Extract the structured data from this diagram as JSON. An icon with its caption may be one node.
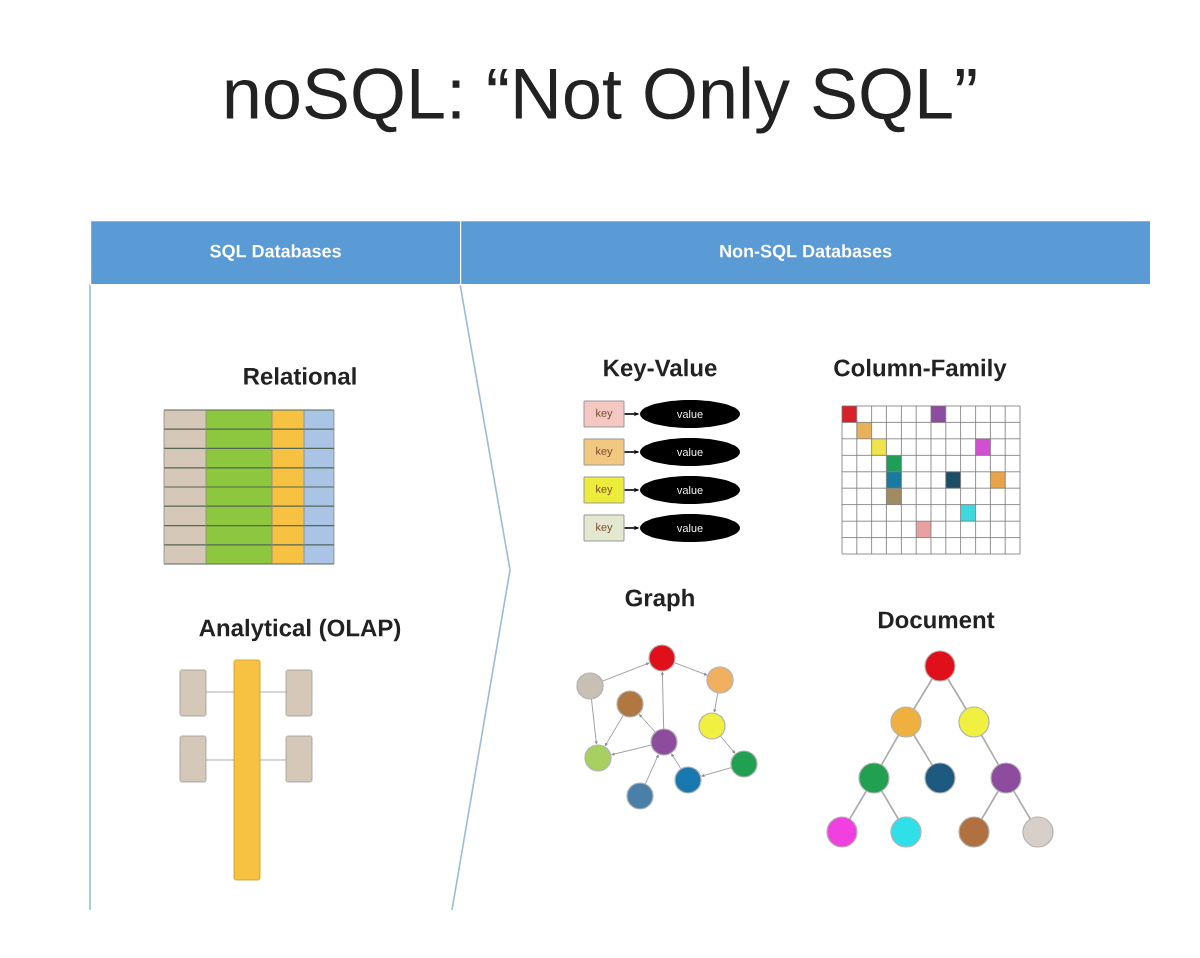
{
  "diagram": {
    "title": "noSQL: “Not Only SQL”",
    "nodes": [
      {
        "text": [
          "SQL Databases"
        ]
      },
      {
        "text": [
          "Non-SQL Databases"
        ]
      },
      {
        "text": [
          "key"
        ]
      },
      {
        "text": [
          "value"
        ]
      },
      {
        "text": [
          "key"
        ]
      },
      {
        "text": [
          "value"
        ]
      },
      {
        "text": [
          "key"
        ]
      },
      {
        "text": [
          "value"
        ]
      },
      {
        "text": [
          "key"
        ]
      },
      {
        "text": [
          "value"
        ]
      }
    ],
    "edges": [
      {
        "from": 2,
        "to": 3,
        "arrow": "to"
      },
      {
        "from": 4,
        "to": 5,
        "arrow": "to"
      },
      {
        "from": 6,
        "to": 7,
        "arrow": "to"
      },
      {
        "from": 8,
        "to": 9,
        "arrow": "to"
      }
    ],
    "labels": [
      "Key-Value",
      "Column-Family",
      "Relational",
      "Graph",
      "Document",
      "Analytical (OLAP)"
    ]
  }
}
